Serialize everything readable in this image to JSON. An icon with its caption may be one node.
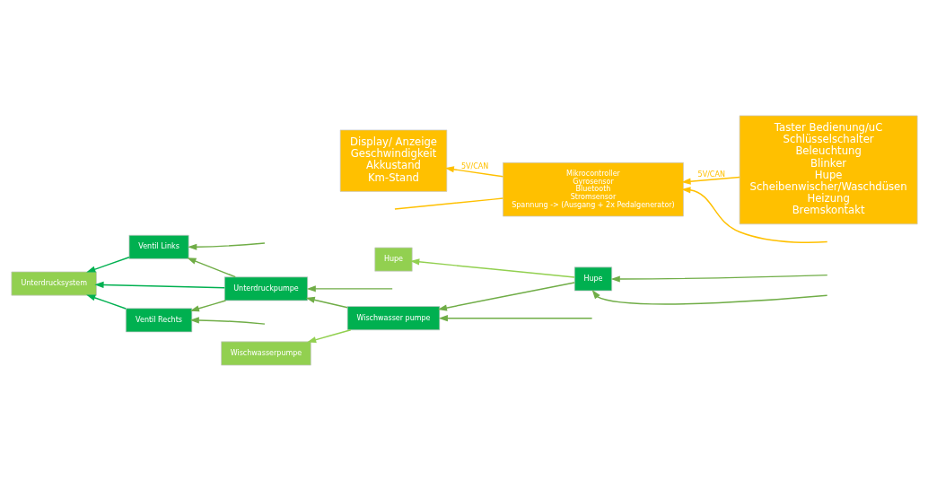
{
  "diagram": {
    "nodes": [
      {
        "text": [
          "Unterdrucksystem"
        ]
      },
      {
        "text": [
          "Ventil Links"
        ]
      },
      {
        "text": [
          "Ventil Rechts"
        ]
      },
      {
        "text": [
          "Unterdruckpumpe"
        ]
      },
      {
        "text": [
          "Wischwasserpumpe"
        ]
      },
      {
        "text": [
          "Wischwasser pumpe"
        ]
      },
      {
        "text": [
          "Hupe"
        ]
      },
      {
        "text": [
          "Hupe"
        ]
      },
      {
        "text": [
          "Taster Bedienung/uC",
          "Schlüsselschalter",
          "Beleuchtung",
          "Blinker",
          "Hupe",
          "Scheibenwischer/Waschdüsen",
          "Heizung",
          "Bremskontakt"
        ]
      },
      {
        "text": [
          "Mikrocontroller",
          "Gyrosensor",
          "Bluetooth",
          "Stromsensor",
          "Spannung -> (Ausgang + 2x Pedalgenerator)"
        ]
      },
      {
        "text": [
          "Display/ Anzeige",
          "Geschwindigkeit",
          "Akkustand",
          "Km-Stand"
        ]
      }
    ],
    "edges": [
      {
        "from": 2,
        "to": 0,
        "arrow": "to",
        "color": "#00b050"
      },
      {
        "from": 1,
        "to": 0,
        "arrow": "to",
        "color": "#00b050"
      },
      {
        "from": 3,
        "to": 0,
        "arrow": "to",
        "color": "#00b050"
      },
      {
        "from": 3,
        "to": 1,
        "arrow": "to"
      },
      {
        "from": 3,
        "to": 2,
        "arrow": "to"
      },
      {
        "from": 5,
        "to": 3,
        "arrow": "to"
      },
      {
        "from": 7,
        "to": 5,
        "arrow": "to"
      },
      {
        "from": null,
        "to": 7,
        "arrow": "to"
      },
      {
        "from": 5,
        "to": 4,
        "arrow": "to",
        "color": "#92d050"
      },
      {
        "from": 7,
        "to": 6,
        "arrow": "to",
        "color": "#92d050"
      },
      {
        "from": null,
        "to": 1,
        "arrow": "to"
      },
      {
        "from": null,
        "to": 2,
        "arrow": "to"
      },
      {
        "from": null,
        "to": 3,
        "arrow": "to"
      },
      {
        "from": null,
        "to": 5,
        "arrow": "to"
      },
      {
        "from": null,
        "to": 7,
        "arrow": "to"
      },
      {
        "from": 8,
        "to": 9,
        "arrow": "to",
        "label": "5V/CAN",
        "color": "#ffc000"
      },
      {
        "from": 9,
        "to": 10,
        "arrow": "to",
        "label": "5V/CAN",
        "color": "#ffc000"
      },
      {
        "from": null,
        "to": 9,
        "arrow": "to",
        "color": "#ffc000"
      },
      {
        "from": 9,
        "to": null,
        "arrow": "none",
        "color": "#ffc000"
      }
    ]
  }
}
